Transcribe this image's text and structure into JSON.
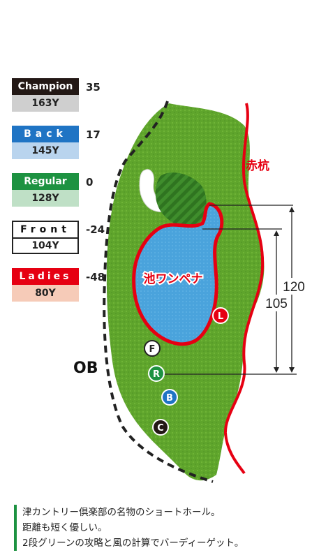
{
  "tees": [
    {
      "name": "Champion",
      "yards": "163Y",
      "diff": "35"
    },
    {
      "name": "Back",
      "yards": "145Y",
      "diff": "17"
    },
    {
      "name": "Regular",
      "yards": "128Y",
      "diff": "0"
    },
    {
      "name": "Front",
      "yards": "104Y",
      "diff": "-24"
    },
    {
      "name": "Ladies",
      "yards": "80Y",
      "diff": "-48"
    }
  ],
  "map": {
    "ob_label": "OB",
    "stake_label": "赤杭",
    "pond_label": "池ワンペナ",
    "distances": [
      "120",
      "105"
    ],
    "tee_markers": [
      "L",
      "F",
      "R",
      "B",
      "C"
    ]
  },
  "colors": {
    "fairway": "#5fa52c",
    "water": "#4aa3dc",
    "hazard_line": "#e60012",
    "green": "#3c8a2a"
  },
  "description": [
    "津カントリー倶楽部の名物のショートホール。",
    "距離も短く優しい。",
    "2段グリーンの攻略と風の計算でバーディーゲット。"
  ]
}
